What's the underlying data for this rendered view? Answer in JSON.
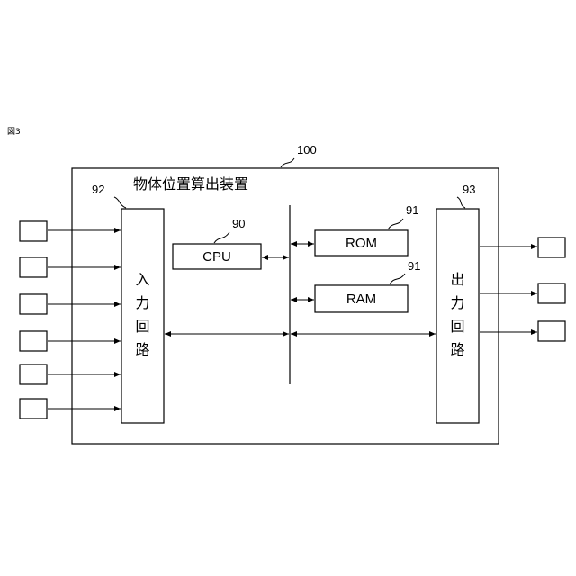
{
  "figure_label": "図3",
  "device": {
    "ref": "100",
    "title": "物体位置算出装置"
  },
  "input_circuit": {
    "ref": "92",
    "label": "入力回路",
    "chars": [
      "入",
      "力",
      "回",
      "路"
    ]
  },
  "output_circuit": {
    "ref": "93",
    "label": "出力回路",
    "chars": [
      "出",
      "力",
      "回",
      "路"
    ]
  },
  "cpu": {
    "ref": "90",
    "label": "CPU"
  },
  "rom": {
    "ref": "91",
    "label": "ROM"
  },
  "ram": {
    "ref": "91",
    "label": "RAM"
  },
  "inputs_count": 6,
  "outputs_count": 3
}
